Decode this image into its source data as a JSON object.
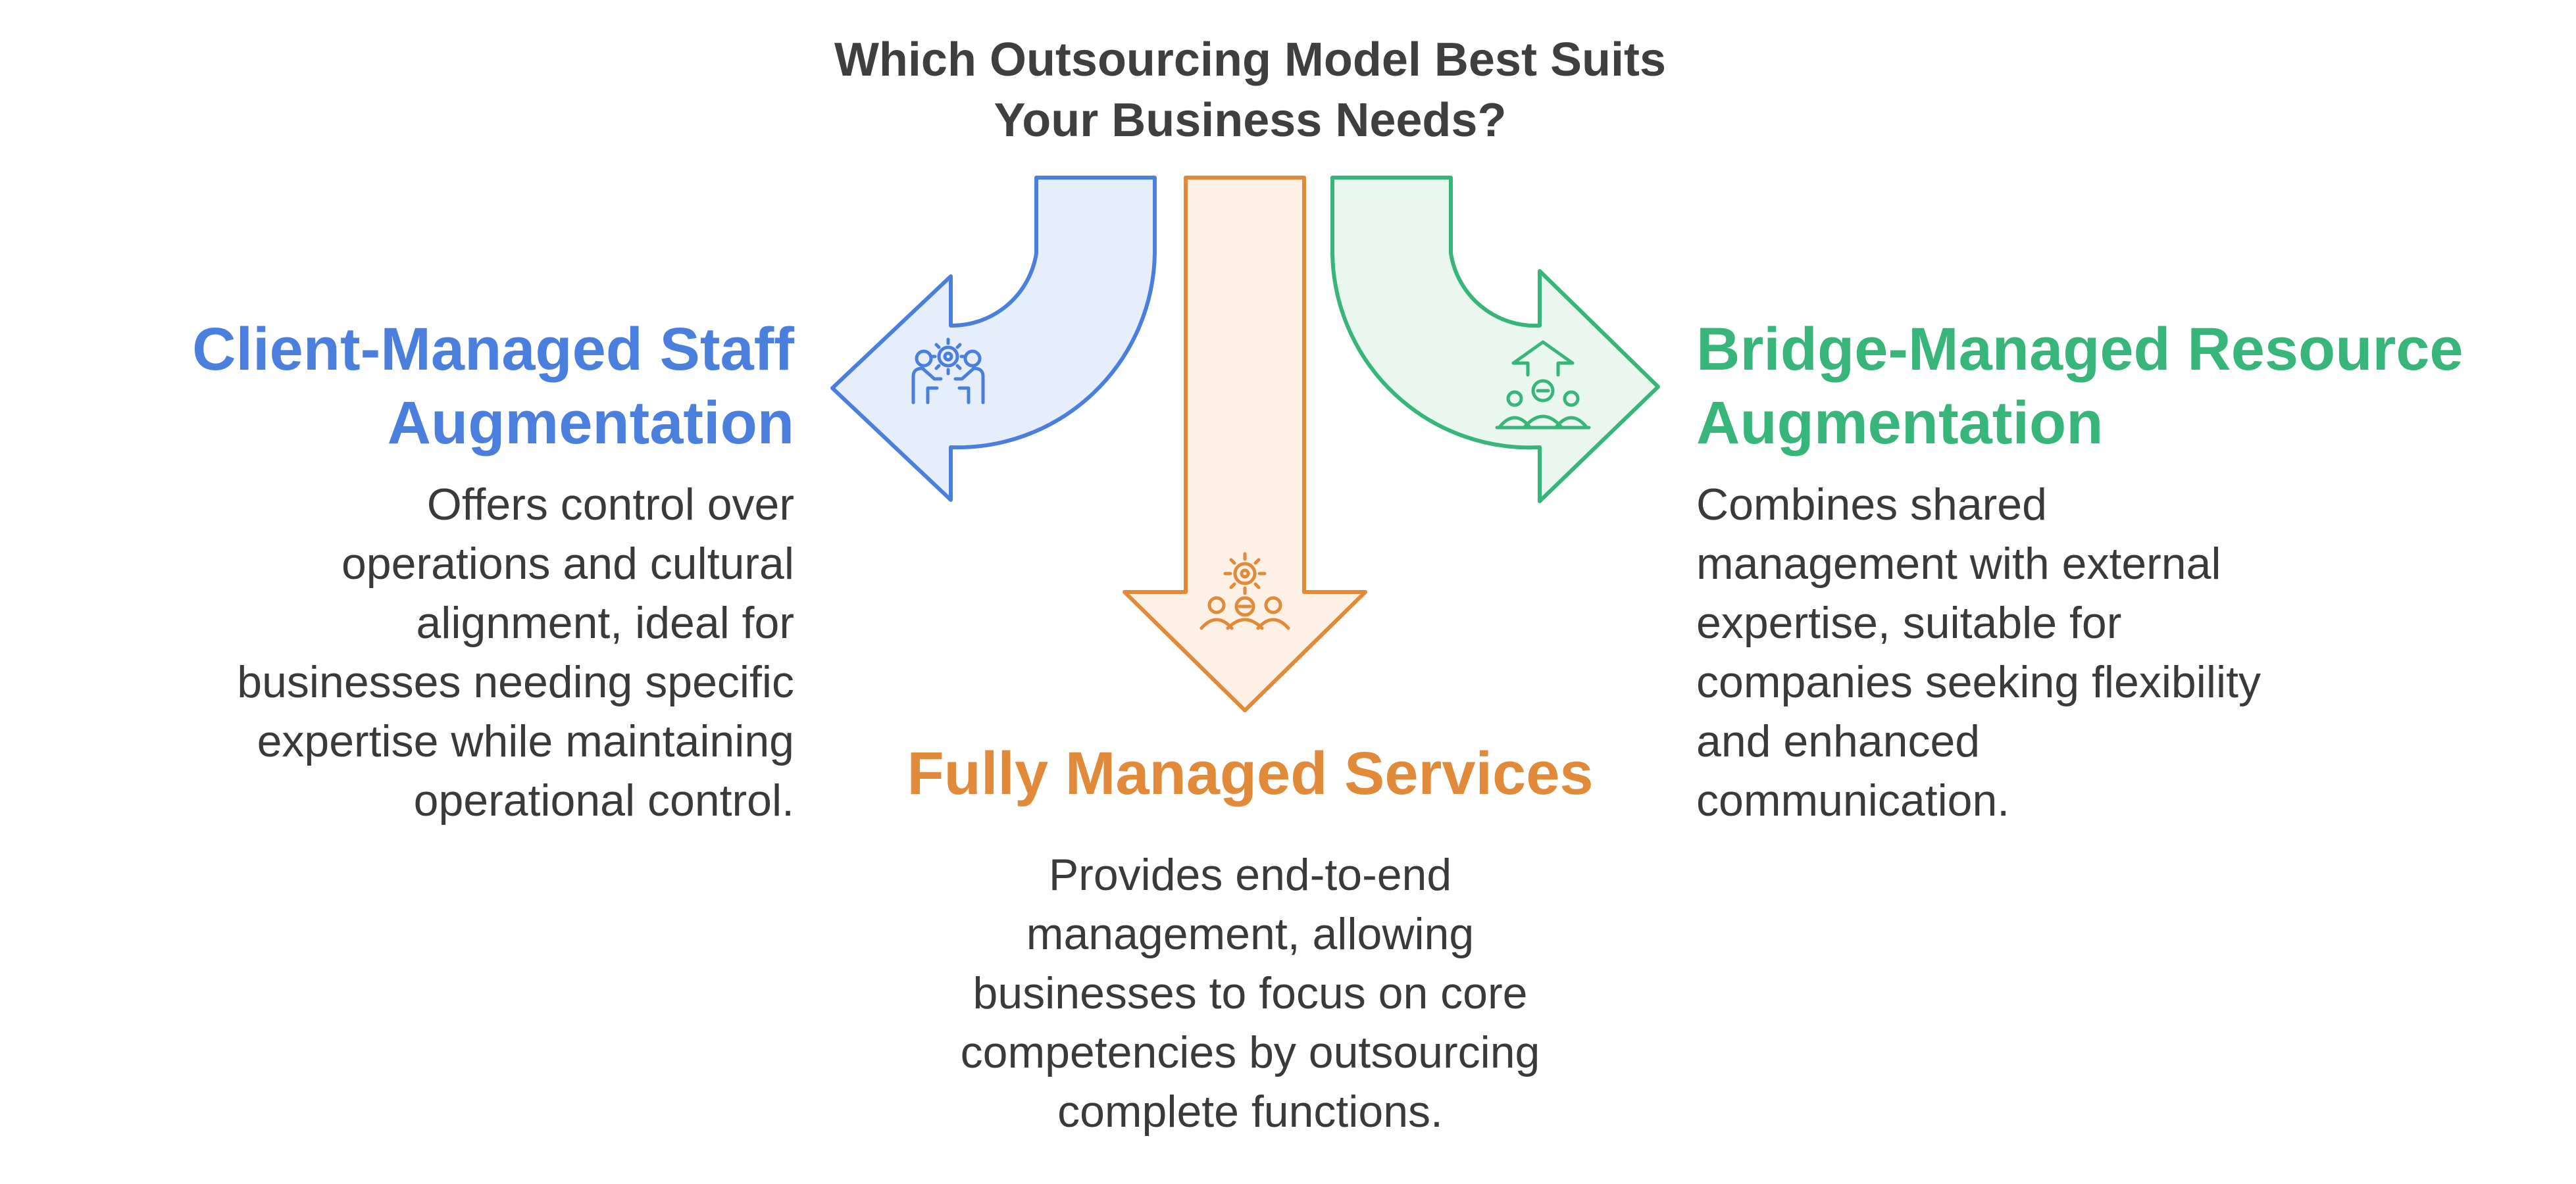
{
  "title": [
    "Which Outsourcing Model Best Suits",
    "Your Business Needs?"
  ],
  "colors": {
    "client": "#4a7fde",
    "client_fill": "#e6eefc",
    "fully": "#e08a3a",
    "fully_fill": "#fdf0e4",
    "bridge": "#38b57a",
    "bridge_fill": "#e9f7ef",
    "text": "#3a3a3a"
  },
  "options": {
    "client": {
      "heading": [
        "Client-Managed Staff",
        "Augmentation"
      ],
      "description": [
        "Offers control over",
        "operations and cultural",
        "alignment, ideal for",
        "businesses needing specific",
        "expertise while maintaining",
        "operational control."
      ],
      "icon": "team-collaboration-icon"
    },
    "fully": {
      "heading": [
        "Fully Managed Services"
      ],
      "description": [
        "Provides end-to-end",
        "management, allowing",
        "businesses to focus on core",
        "competencies by outsourcing",
        "complete functions."
      ],
      "icon": "team-gear-icon"
    },
    "bridge": {
      "heading": [
        "Bridge-Managed Resource",
        "Augmentation"
      ],
      "description": [
        "Combines shared",
        "management with external",
        "expertise, suitable for",
        "companies seeking flexibility",
        "and enhanced",
        "communication."
      ],
      "icon": "team-growth-icon"
    }
  }
}
